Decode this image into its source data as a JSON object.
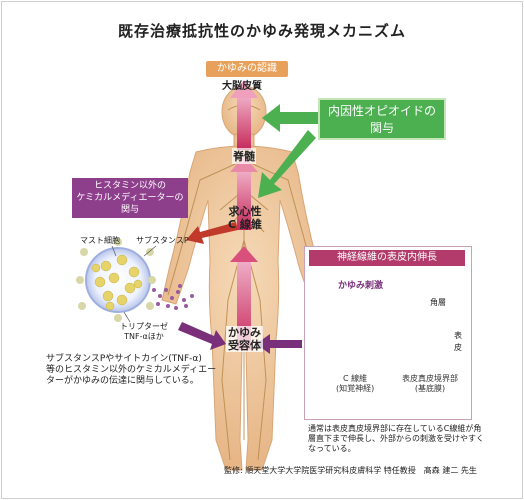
{
  "title": "既存治療抵抗性のかゆみ発現メカニズム",
  "badge_itch_recognition": "かゆみの認識",
  "label_brain": "大脳皮質",
  "label_spinal": "脊髄",
  "label_afferent_1": "求心性",
  "label_afferent_2": "C 線維",
  "label_receptor_1": "かゆみ",
  "label_receptor_2": "受容体",
  "opioid_box": {
    "line1": "内因性オピオイドの",
    "line2": "関与"
  },
  "mediator_box": {
    "line1": "ヒスタミン以外の",
    "line2": "ケミカルメディエーターの",
    "line3": "関与"
  },
  "label_mast_cell": "マスト細胞",
  "label_substance_p": "サブスタンスP",
  "label_tryptase_1": "トリプターゼ",
  "label_tryptase_2": "TNF-αほか",
  "left_note": [
    "サブスタンスPやサイトカイン(TNF-α)",
    "等のヒスタミン以外のケミカルメディエー",
    "ターがかゆみの伝達に関与している。"
  ],
  "nerve_box_title": "神経線維の表皮内伸長",
  "label_itch_stimulus": "かゆみ刺激",
  "label_stratum": "角層",
  "label_epidermis": "表皮",
  "label_cfiber_1": "C 線維",
  "label_cfiber_2": "(知覚神経)",
  "label_boundary_1": "表皮真皮境界部",
  "label_boundary_2": "(基底膜)",
  "bottom_note": [
    "通常は表皮真皮境界部に存在しているC線維が角",
    "層直下まで伸長し、外部からの刺激を受けやすく",
    "なっている。"
  ],
  "supervision": "監修: 順天堂大学大学院医学研究科皮膚科学 特任教授　髙森 建二 先生",
  "colors": {
    "green": "#4caf50",
    "purple": "#8e3f8c",
    "magenta": "#b23b6b",
    "orange": "#e8a15a",
    "skin": "#efc79b",
    "nerve": "#b7894a",
    "red_arrow": "#c0392b"
  }
}
